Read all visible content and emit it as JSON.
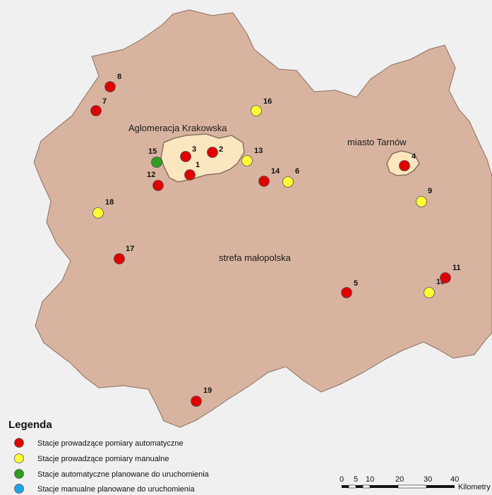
{
  "map": {
    "region_labels": {
      "krakow": "Aglomeracja Krakowska",
      "tarnow": "miasto Tarnów",
      "strefa": "strefa małopolska"
    },
    "colors": {
      "background": "#f0f0f0",
      "zone": "#d8b4a0",
      "city": "#fbe7bf",
      "border": "#8a6f5e",
      "auto": "#e00000",
      "manual": "#ffff33",
      "auto_planned": "#2e9e1e",
      "manual_planned": "#1ea6e6"
    },
    "stations": [
      {
        "id": "1",
        "type": "auto"
      },
      {
        "id": "2",
        "type": "auto"
      },
      {
        "id": "3",
        "type": "auto"
      },
      {
        "id": "4",
        "type": "auto"
      },
      {
        "id": "5",
        "type": "auto"
      },
      {
        "id": "6",
        "type": "manual"
      },
      {
        "id": "7",
        "type": "auto"
      },
      {
        "id": "8",
        "type": "auto"
      },
      {
        "id": "9",
        "type": "manual"
      },
      {
        "id": "10",
        "type": "manual"
      },
      {
        "id": "11",
        "type": "auto"
      },
      {
        "id": "12",
        "type": "auto"
      },
      {
        "id": "13",
        "type": "manual"
      },
      {
        "id": "14",
        "type": "auto"
      },
      {
        "id": "15",
        "type": "auto_planned"
      },
      {
        "id": "16",
        "type": "manual"
      },
      {
        "id": "17",
        "type": "auto"
      },
      {
        "id": "18",
        "type": "manual"
      },
      {
        "id": "19",
        "type": "auto"
      }
    ]
  },
  "legend": {
    "title": "Legenda",
    "items": [
      {
        "label": "Stacje prowadzące pomiary automatyczne",
        "color": "#e00000"
      },
      {
        "label": "Stacje prowadzące pomiary manualne",
        "color": "#ffff33"
      },
      {
        "label": "Stacje automatyczne planowane do uruchomienia",
        "color": "#2e9e1e"
      },
      {
        "label": "Stacje manualne planowane do uruchomienia",
        "color": "#1ea6e6"
      }
    ]
  },
  "scale_bar": {
    "ticks": [
      "0",
      "5",
      "10",
      "20",
      "30",
      "40"
    ],
    "unit": "Kilometry"
  }
}
